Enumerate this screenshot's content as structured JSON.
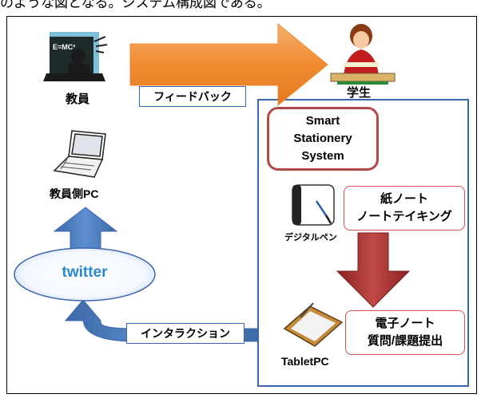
{
  "header_text": "のような図となる。システム構成図である。",
  "nodes": {
    "teacher_label": "教員",
    "student_label": "学生",
    "teacher_pc_label": "教員側PC",
    "twitter_label": "twitter",
    "digital_pen_label": "デジタルペン",
    "tablet_label": "TabletPC"
  },
  "system": {
    "title_lines": [
      "Smart",
      "Stationery",
      "System"
    ]
  },
  "notes": {
    "paper": [
      "紙ノート",
      "ノートテイキング"
    ],
    "digital": [
      "電子ノート",
      "質問/課題提出"
    ]
  },
  "tags": {
    "feedback": "フィードバック",
    "interaction": "インタラクション"
  },
  "icons": {
    "formula_text": "E=MC²"
  },
  "colors": {
    "feedback_arrow": "#f08a30",
    "flow_arrow": "#b03a3a",
    "blue_arrow": "#4f7fc0",
    "system_border": "#3a66b0",
    "smart_border": "#b04a48",
    "twitter_blue": "#2a8ad0"
  }
}
